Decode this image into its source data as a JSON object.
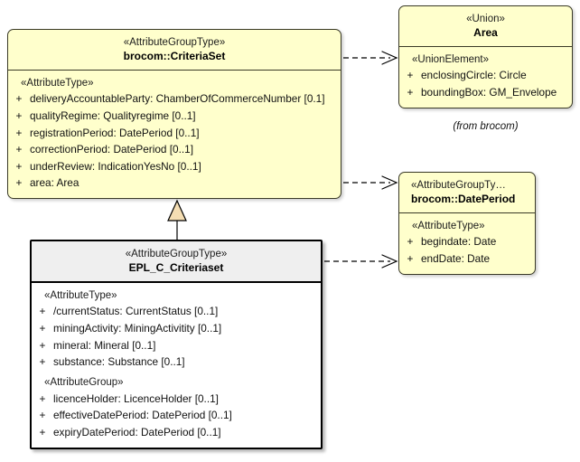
{
  "diagram": {
    "title": "UML class diagram",
    "background": "#ffffff",
    "class_fill": "#ffffcc",
    "selected_fill": "#ffffff",
    "selected_header_fill": "#efefef",
    "border_color": "#3a3a26",
    "triangle_fill": "#f5deb3"
  },
  "classes": {
    "criteriaset": {
      "stereotype": "«AttributeGroupType»",
      "name": "brocom::CriteriaSet",
      "compartments": [
        {
          "stereotype": "«AttributeType»",
          "attributes": [
            {
              "visibility": "+",
              "text": "deliveryAccountableParty: ChamberOfCommerceNumber [0.1]"
            },
            {
              "visibility": "+",
              "text": "qualityRegime: Qualityregime [0..1]"
            },
            {
              "visibility": "+",
              "text": "registrationPeriod: DatePeriod [0..1]"
            },
            {
              "visibility": "+",
              "text": "correctionPeriod: DatePeriod [0..1]"
            },
            {
              "visibility": "+",
              "text": "underReview: IndicationYesNo [0..1]"
            },
            {
              "visibility": "+",
              "text": "area: Area"
            }
          ]
        }
      ]
    },
    "area": {
      "stereotype": "«Union»",
      "name": "Area",
      "caption": "(from brocom)",
      "compartments": [
        {
          "stereotype": "«UnionElement»",
          "attributes": [
            {
              "visibility": "+",
              "text": "enclosingCircle: Circle"
            },
            {
              "visibility": "+",
              "text": "boundingBox: GM_Envelope"
            }
          ]
        }
      ]
    },
    "dateperiod": {
      "stereotype": "«AttributeGroupTy…",
      "name": "brocom::DatePeriod",
      "compartments": [
        {
          "stereotype": "«AttributeType»",
          "attributes": [
            {
              "visibility": "+",
              "text": "begindate: Date"
            },
            {
              "visibility": "+",
              "text": "endDate: Date"
            }
          ]
        }
      ]
    },
    "epl_criteriaset": {
      "stereotype": "«AttributeGroupType»",
      "name": "EPL_C_Criteriaset",
      "compartments": [
        {
          "stereotype": "«AttributeType»",
          "attributes": [
            {
              "visibility": "+",
              "text": "/currentStatus: CurrentStatus [0..1]"
            },
            {
              "visibility": "+",
              "text": "miningActivity: MiningActivitity [0..1]"
            },
            {
              "visibility": "+",
              "text": "mineral: Mineral [0..1]"
            },
            {
              "visibility": "+",
              "text": "substance: Substance [0..1]"
            }
          ]
        },
        {
          "stereotype": "«AttributeGroup»",
          "attributes": [
            {
              "visibility": "+",
              "text": "licenceHolder: LicenceHolder [0..1]"
            },
            {
              "visibility": "+",
              "text": "effectiveDatePeriod: DatePeriod [0..1]"
            },
            {
              "visibility": "+",
              "text": "expiryDatePeriod: DatePeriod [0..1]"
            }
          ]
        }
      ]
    }
  },
  "relationships": [
    {
      "id": "dep-criteriaset-area",
      "type": "dependency",
      "from": "brocom::CriteriaSet",
      "to": "Area",
      "style": "dashed",
      "arrow": "open"
    },
    {
      "id": "dep-criteriaset-dateperiod",
      "type": "dependency",
      "from": "brocom::CriteriaSet",
      "to": "brocom::DatePeriod",
      "style": "dashed",
      "arrow": "open"
    },
    {
      "id": "dep-epl-dateperiod",
      "type": "dependency",
      "from": "EPL_C_Criteriaset",
      "to": "brocom::DatePeriod",
      "style": "dashed",
      "arrow": "open"
    },
    {
      "id": "gen-epl-criteriaset",
      "type": "generalization",
      "from": "EPL_C_Criteriaset",
      "to": "brocom::CriteriaSet",
      "style": "solid",
      "arrow": "hollow-triangle"
    }
  ]
}
